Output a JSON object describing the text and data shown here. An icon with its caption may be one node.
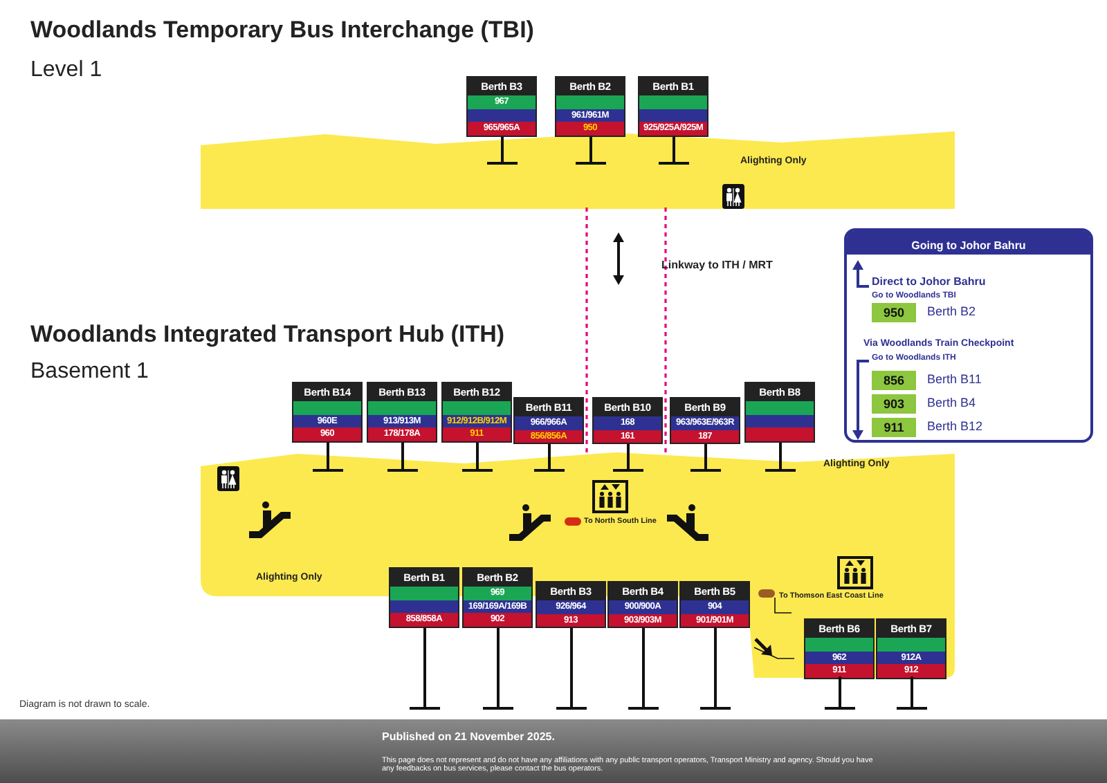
{
  "diagram": {
    "nodes": [
      {
        "text": [
          "Berth B3",
          "967",
          "965/965A"
        ]
      },
      {
        "text": [
          "Berth B2",
          "961/961M",
          "950"
        ]
      },
      {
        "text": [
          "Berth B1",
          "925/925A/925M"
        ]
      },
      {
        "text": [
          "Alighting Only"
        ]
      },
      {
        "text": [
          "Going to Johor Bahru",
          "Direct to Johor Bahru",
          "Go to Woodlands TBI",
          "Via Woodlands Train Checkpoint",
          "Go to Woodlands ITH"
        ]
      },
      {
        "text": [
          "950"
        ],
        "beside": [
          "Berth B2"
        ],
        "in": 4
      },
      {
        "text": [
          "856"
        ],
        "beside": [
          "Berth B11"
        ],
        "in": 4
      },
      {
        "text": [
          "903"
        ],
        "beside": [
          "Berth B4"
        ],
        "in": 4
      },
      {
        "text": [
          "911"
        ],
        "beside": [
          "Berth B12"
        ],
        "in": 4
      },
      {
        "text": [
          "Berth B14",
          "960E",
          "960"
        ]
      },
      {
        "text": [
          "Berth B13",
          "913/913M",
          "178/178A"
        ]
      },
      {
        "text": [
          "Berth B12",
          "912/912B/912M",
          "911"
        ]
      },
      {
        "text": [
          "Berth B11",
          "966/966A",
          "856/856A"
        ]
      },
      {
        "text": [
          "Berth B10",
          "168",
          "161"
        ]
      },
      {
        "text": [
          "Berth B9",
          "963/963E/963R",
          "187"
        ]
      },
      {
        "text": [
          "Berth B8"
        ]
      },
      {
        "text": [
          "Alighting Only",
          "To North South Line",
          "Alighting Only",
          "To Thomson East Coast Line"
        ]
      },
      {
        "text": [
          "Berth B1",
          "858/858A"
        ]
      },
      {
        "text": [
          "Berth B2",
          "969",
          "169/169A/169B",
          "902"
        ]
      },
      {
        "text": [
          "Berth B3",
          "926/964",
          "913"
        ]
      },
      {
        "text": [
          "Berth B4",
          "900/900A",
          "903/903M"
        ]
      },
      {
        "text": [
          "Berth B5",
          "904",
          "901/901M"
        ]
      },
      {
        "text": [
          "Berth B6",
          "962",
          "911"
        ],
        "in": 16
      },
      {
        "text": [
          "Berth B7",
          "912A",
          "912"
        ],
        "in": 16
      }
    ],
    "edges": [
      {
        "from": 3,
        "to": 16,
        "arrow": "none",
        "style": "dashed",
        "color": "#e6007e"
      },
      {
        "from": 3,
        "to": 16,
        "arrow": "none",
        "style": "dashed",
        "color": "#e6007e"
      }
    ],
    "labels": [
      "Woodlands Temporary Bus Interchange (TBI)",
      "Level 1",
      "Linkway to ITH / MRT",
      "Woodlands Integrated Transport Hub (ITH)",
      "Basement 1",
      "Diagram is not drawn to scale.",
      "Published on 21 November 2025.",
      "This page does not represent and do not have any affiliations with any public transport operators, Transport Ministry and agency. Should you have any feedbacks on bus services, please contact the bus operators."
    ]
  }
}
